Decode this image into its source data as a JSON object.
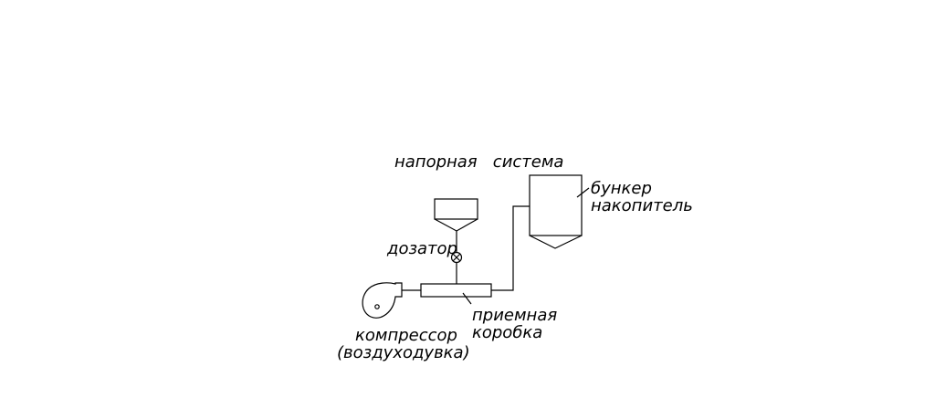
{
  "title": "напорная   система",
  "labels": {
    "dosing": "дозатор",
    "bunker_line1": "бункер",
    "bunker_line2": "накопитель",
    "box_line1": "приемная",
    "box_line2": "коробка",
    "compressor_line1": "компрессор",
    "compressor_line2": "(воздуходувка)"
  }
}
